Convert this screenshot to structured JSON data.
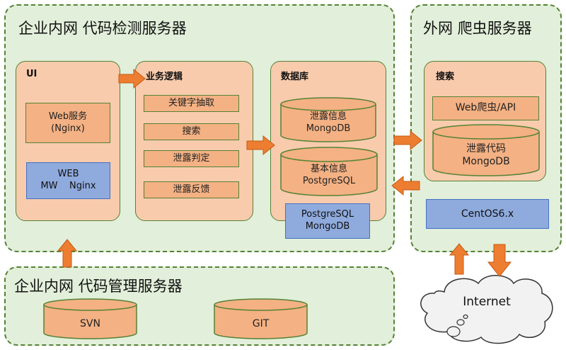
{
  "zones": {
    "intranet_detection": {
      "title": "企业内网 代码检测服务器"
    },
    "external_crawler": {
      "title": "外网 爬虫服务器"
    },
    "intranet_repo": {
      "title": "企业内网 代码管理服务器"
    }
  },
  "ui_panel": {
    "title": "UI",
    "web_service": "Web服务\n(Nginx)",
    "middleware_line1": "WEB",
    "middleware_line2": "MW    Nginx"
  },
  "logic_panel": {
    "title": "业务逻辑",
    "items": [
      "关键字抽取",
      "搜索",
      "泄露判定",
      "泄露反馈"
    ]
  },
  "db_panel": {
    "title": "数据库",
    "leak_db": {
      "line1": "泄露信息",
      "line2": "MongoDB"
    },
    "base_db": {
      "line1": "基本信息",
      "line2": "PostgreSQL"
    },
    "platform_line1": "PostgreSQL",
    "platform_line2": "MongoDB"
  },
  "search_panel": {
    "title": "搜索",
    "crawler": "Web爬虫/API",
    "leak_code_db": {
      "line1": "泄露代码",
      "line2": "MongoDB"
    },
    "os": "CentOS6.x"
  },
  "repos": [
    "SVN",
    "GIT"
  ],
  "cloud": {
    "label": "Internet"
  },
  "colors": {
    "zone_fill": "#e2efda",
    "zone_border": "#548235",
    "panel_fill": "#f8cbad",
    "box_fill": "#f4b183",
    "blue_fill": "#8faadc",
    "arrow": "#ed7d31"
  }
}
